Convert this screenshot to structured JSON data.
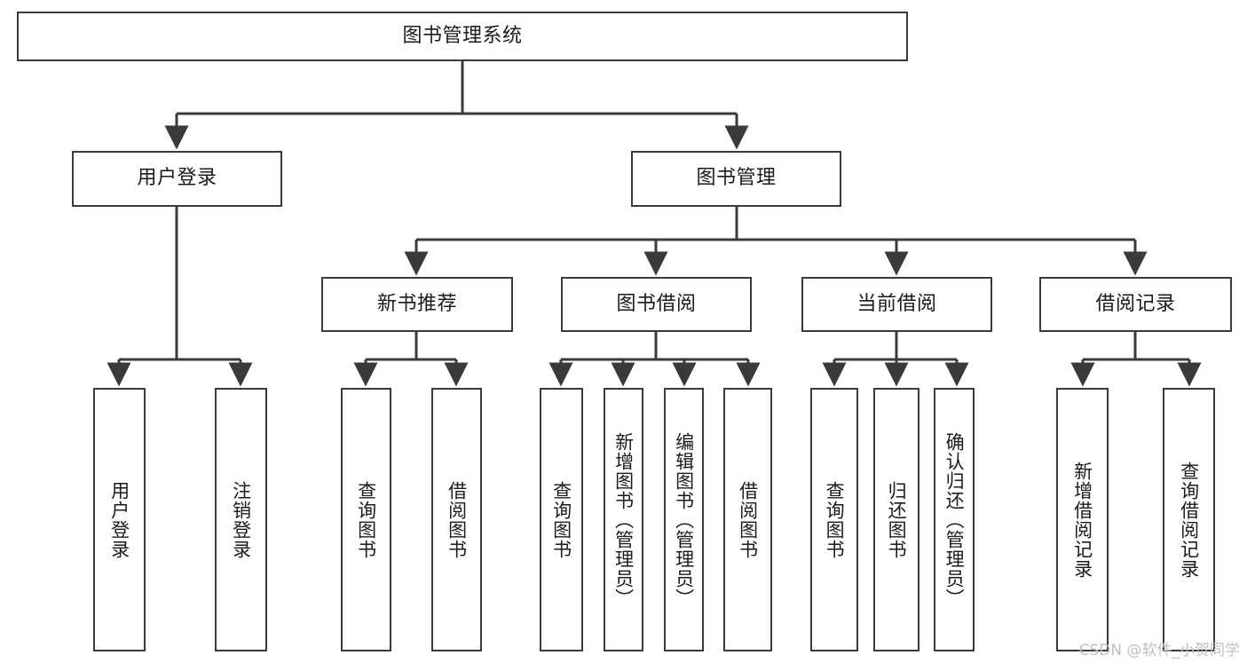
{
  "diagram": {
    "type": "tree-hierarchy-flowchart",
    "title": "图书管理系统",
    "stroke_color": "#3a3a3a",
    "fill_color": "#ffffff",
    "text_color": "#1b1b1b",
    "levels": [
      {
        "level": 1,
        "nodes": [
          {
            "id": "root",
            "label": "图书管理系统",
            "orientation": "horizontal"
          }
        ]
      },
      {
        "level": 2,
        "nodes": [
          {
            "id": "login",
            "label": "用户登录",
            "orientation": "horizontal",
            "parent": "root"
          },
          {
            "id": "bookmgmt",
            "label": "图书管理",
            "orientation": "horizontal",
            "parent": "root"
          }
        ]
      },
      {
        "level": 3,
        "nodes": [
          {
            "id": "newbook",
            "label": "新书推荐",
            "orientation": "horizontal",
            "parent": "bookmgmt"
          },
          {
            "id": "borrow",
            "label": "图书借阅",
            "orientation": "horizontal",
            "parent": "bookmgmt"
          },
          {
            "id": "current",
            "label": "当前借阅",
            "orientation": "horizontal",
            "parent": "bookmgmt"
          },
          {
            "id": "record",
            "label": "借阅记录",
            "orientation": "horizontal",
            "parent": "bookmgmt"
          }
        ]
      },
      {
        "level": 4,
        "nodes": [
          {
            "id": "leaf1",
            "label": "用户登录",
            "orientation": "vertical",
            "parent": "login"
          },
          {
            "id": "leaf2",
            "label": "注销登录",
            "orientation": "vertical",
            "parent": "login"
          },
          {
            "id": "leaf3",
            "label": "查询图书",
            "orientation": "vertical",
            "parent": "newbook"
          },
          {
            "id": "leaf4",
            "label": "借阅图书",
            "orientation": "vertical",
            "parent": "newbook"
          },
          {
            "id": "leaf5",
            "label": "查询图书",
            "orientation": "vertical",
            "parent": "borrow"
          },
          {
            "id": "leaf6",
            "label": "新增图书（管理员）",
            "orientation": "vertical",
            "parent": "borrow"
          },
          {
            "id": "leaf7",
            "label": "编辑图书（管理员）",
            "orientation": "vertical",
            "parent": "borrow"
          },
          {
            "id": "leaf8",
            "label": "借阅图书",
            "orientation": "vertical",
            "parent": "borrow"
          },
          {
            "id": "leaf9",
            "label": "查询图书",
            "orientation": "vertical",
            "parent": "current"
          },
          {
            "id": "leaf10",
            "label": "归还图书",
            "orientation": "vertical",
            "parent": "current"
          },
          {
            "id": "leaf11",
            "label": "确认归还（管理员）",
            "orientation": "vertical",
            "parent": "current"
          },
          {
            "id": "leaf12",
            "label": "新增借阅记录",
            "orientation": "vertical",
            "parent": "record"
          },
          {
            "id": "leaf13",
            "label": "查询借阅记录",
            "orientation": "vertical",
            "parent": "record"
          }
        ]
      }
    ]
  },
  "watermark": {
    "text": "CSDN @软件_小贺同学"
  }
}
